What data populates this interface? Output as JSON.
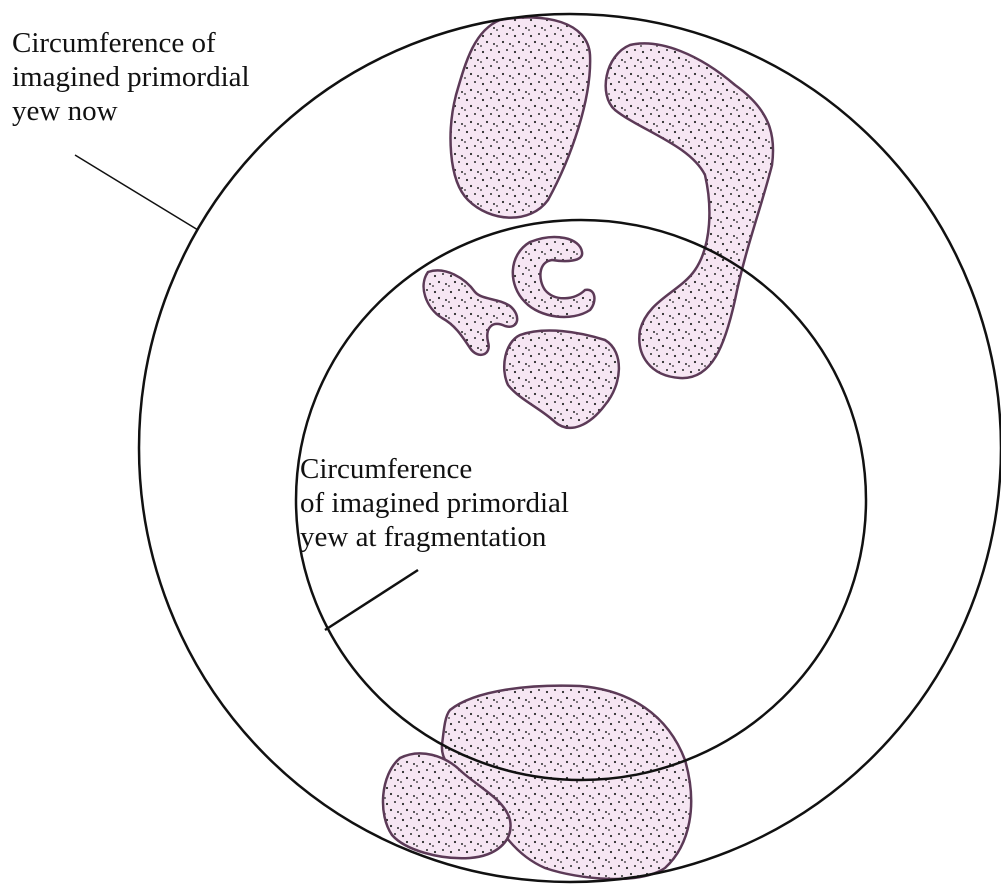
{
  "labels": {
    "outer_circle": {
      "lines": [
        "Circumference of",
        "imagined primordial",
        "yew now"
      ]
    },
    "inner_circle": {
      "lines": [
        "Circumference",
        "of imagined primordial",
        "yew at fragmentation"
      ]
    }
  },
  "colors": {
    "background": "#ffffff",
    "outline": "#111111",
    "fragment_fill": "#f6e6f3",
    "fragment_outline": "#5c3a57",
    "stipple": "#2a2a2a"
  }
}
